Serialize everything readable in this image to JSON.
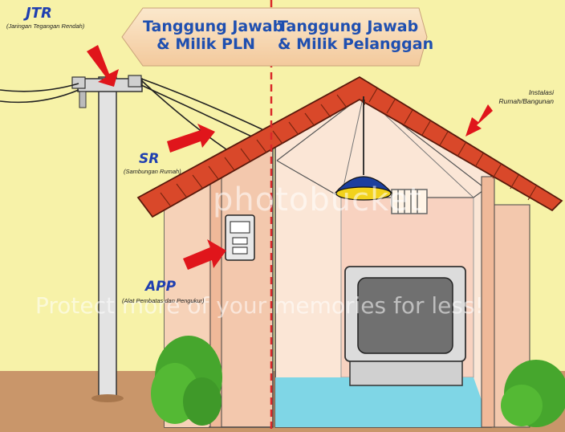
{
  "banner": {
    "left_line1": "Tanggung Jawab",
    "left_line2": "& Milik PLN",
    "right_line1": "Tanggung Jawab",
    "right_line2": "& Milik Pelanggan"
  },
  "labels": {
    "jtr": {
      "title": "JTR",
      "subtitle": "(Jaringan Tegangan Rendah)"
    },
    "sr": {
      "title": "SR",
      "subtitle": "(Sambungan Rumah)"
    },
    "app": {
      "title": "APP",
      "subtitle": "(Alat Pembatas dan Pengukur)"
    },
    "instalasi": {
      "line1": "Instalasi",
      "line2": "Rumah/Bangunan"
    }
  },
  "watermark": {
    "logo": "photobucket",
    "slogan": "Protect more of your memories for less!"
  },
  "colors": {
    "sky": "#f7f2a8",
    "ground": "#c9966a",
    "banner_fill": "#f7d9b2",
    "label_blue": "#1f4fb0",
    "arrow_red": "#e0151b",
    "roof_tile": "#d9482a",
    "divider": "#d9282a",
    "floor": "#7fd6e6"
  }
}
